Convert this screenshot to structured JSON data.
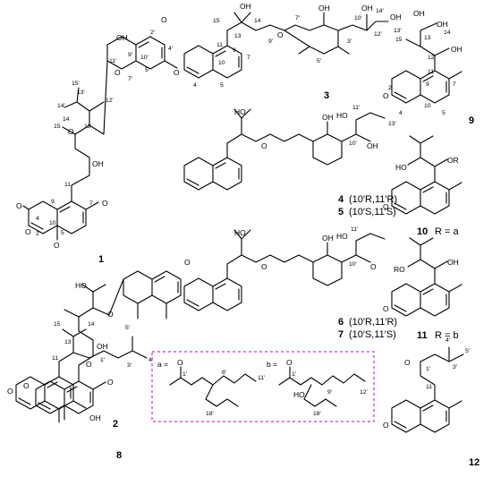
{
  "figure": {
    "compounds": [
      {
        "id": "c1",
        "label": "1"
      },
      {
        "id": "c2",
        "label": "2"
      },
      {
        "id": "c3",
        "label": "3"
      },
      {
        "id": "c4",
        "label": "4",
        "stereo": "(10′R,11′R)"
      },
      {
        "id": "c5",
        "label": "5",
        "stereo": "(10′S,11′S)"
      },
      {
        "id": "c6",
        "label": "6",
        "stereo": "(10′R,11′R)"
      },
      {
        "id": "c7",
        "label": "7",
        "stereo": "(10′S,11′S)"
      },
      {
        "id": "c8",
        "label": "8"
      },
      {
        "id": "c9",
        "label": "9"
      },
      {
        "id": "c10",
        "label": "10",
        "r_group": "R = a"
      },
      {
        "id": "c11",
        "label": "11",
        "r_group": "R = b"
      },
      {
        "id": "c12",
        "label": "12"
      }
    ],
    "atoms": {
      "O": "O",
      "OH": "OH",
      "HO": "HO",
      "OR": "OR",
      "RO": "RO"
    },
    "numbers": {
      "n1": "1",
      "n2": "2",
      "n3": "3",
      "n4": "4",
      "n5": "5",
      "n6": "6",
      "n7": "7",
      "n8": "8",
      "n9": "9",
      "n10": "10",
      "n11": "11",
      "n12": "12",
      "n13": "13",
      "n14": "14",
      "n15": "15",
      "p1": "1′",
      "p2": "2′",
      "p3": "3′",
      "p4": "4′",
      "p5": "5′",
      "p7": "7′",
      "p8": "8′",
      "p9": "9′",
      "p10": "10′",
      "p11": "11′",
      "p12": "12′",
      "p13": "13′",
      "p14": "14′",
      "p15": "15′",
      "p18": "18′"
    },
    "side_chains": {
      "a_label": "a =",
      "b_label": "b =",
      "box_color": "#c000c0"
    }
  }
}
